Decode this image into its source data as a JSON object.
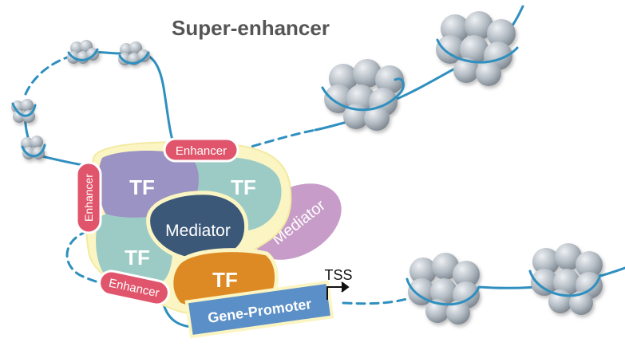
{
  "title": "Super-enhancer",
  "labels": {
    "enhancer_top": "Enhancer",
    "enhancer_left": "Enhancer",
    "enhancer_bottom": "Enhancer",
    "tf_purple": "TF",
    "tf_teal_right": "TF",
    "tf_teal_left": "TF",
    "tf_orange": "TF",
    "mediator_center": "Mediator",
    "mediator_side": "Mediator",
    "gene_promoter": "Gene-Promoter",
    "tss": "TSS"
  },
  "colors": {
    "dna": "#2f8fbf",
    "nucleosome": "#b4bcc4",
    "enhancer": "#e0556b",
    "tf_purple": "#9b93c3",
    "tf_teal": "#9ccbc6",
    "tf_orange": "#dd8a24",
    "mediator": "#3b5878",
    "mediator_side": "#c79cc8",
    "halo": "#fbf5c3",
    "promoter": "#5a8fc7",
    "title": "#555555"
  }
}
